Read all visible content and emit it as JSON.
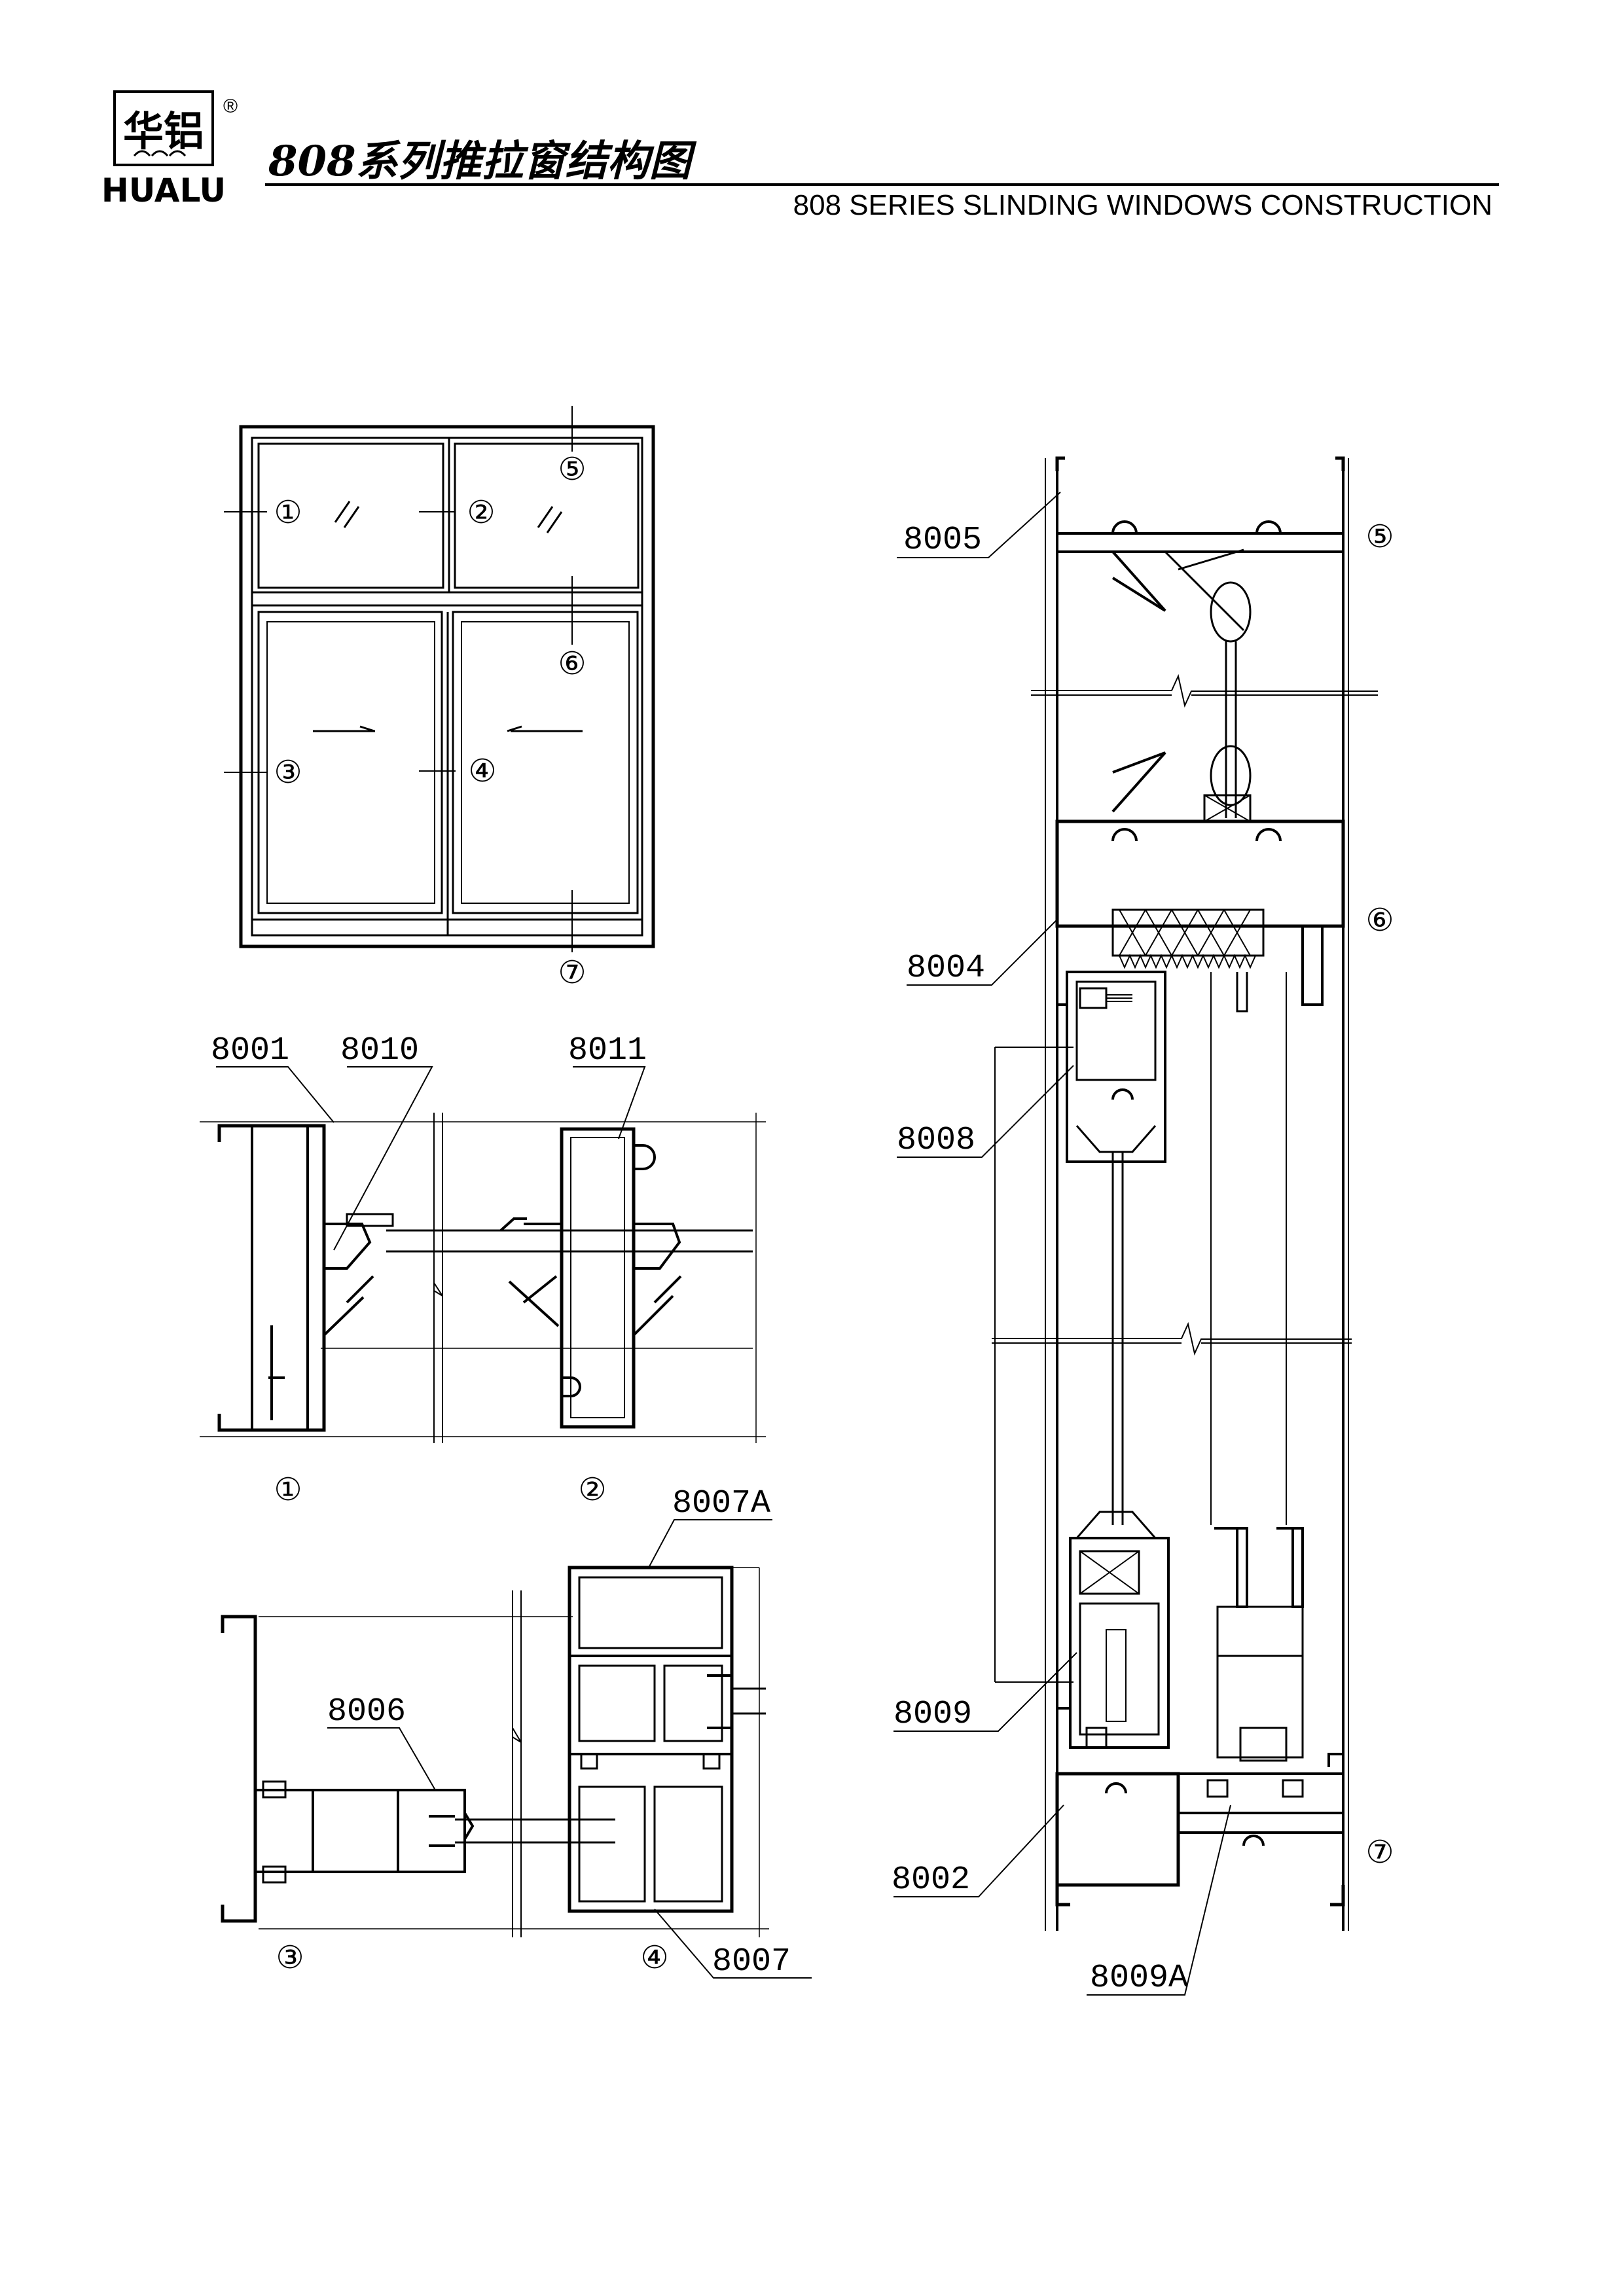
{
  "header": {
    "logo_cn": "华铝",
    "logo_en": "HUALU",
    "registered_mark": "®",
    "title_cn": "808系列推拉窗结构图",
    "title_en": "808 SERIES SLINDING WINDOWS CONSTRUCTION"
  },
  "elevation": {
    "markers": [
      "①",
      "②",
      "③",
      "④",
      "⑤",
      "⑥",
      "⑦"
    ]
  },
  "section_1_2": {
    "labels": [
      "8001",
      "8010",
      "8011"
    ],
    "markers": [
      "①",
      "②"
    ]
  },
  "section_3_4": {
    "labels": [
      "8007A",
      "8006",
      "8007"
    ],
    "markers": [
      "③",
      "④"
    ]
  },
  "vertical_section": {
    "labels": [
      "8005",
      "8004",
      "8008",
      "8009",
      "8002",
      "8009A"
    ],
    "markers": [
      "⑤",
      "⑥",
      "⑦"
    ]
  }
}
